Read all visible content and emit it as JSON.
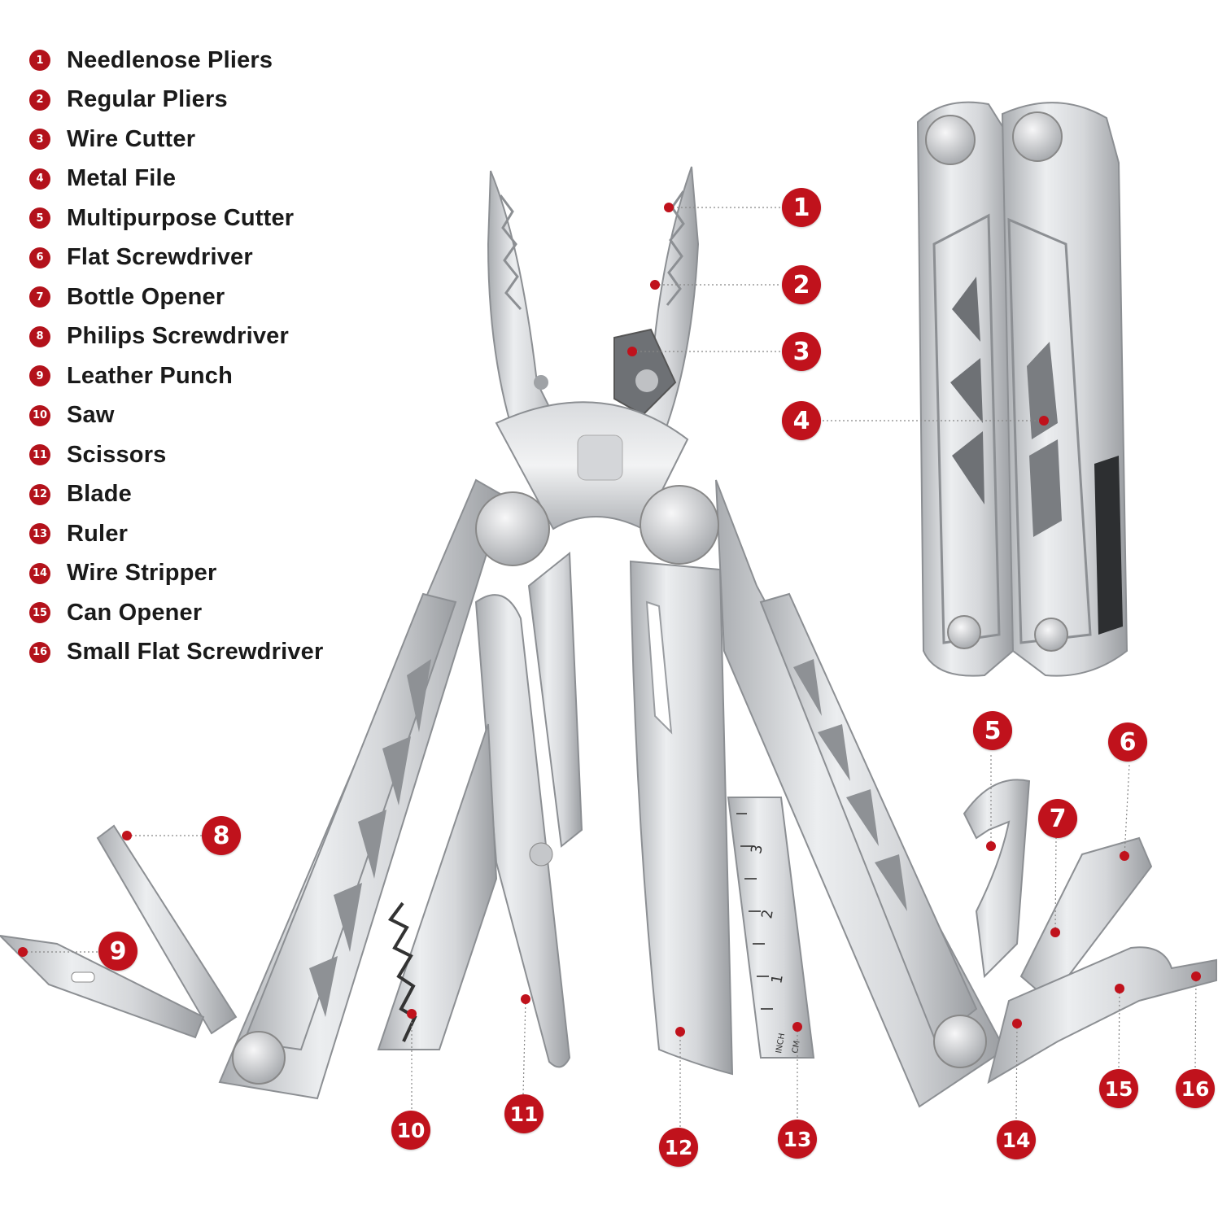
{
  "legend": {
    "items": [
      {
        "number": "1",
        "label": "Needlenose Pliers"
      },
      {
        "number": "2",
        "label": "Regular Pliers"
      },
      {
        "number": "3",
        "label": "Wire Cutter"
      },
      {
        "number": "4",
        "label": "Metal File"
      },
      {
        "number": "5",
        "label": "Multipurpose Cutter"
      },
      {
        "number": "6",
        "label": "Flat Screwdriver"
      },
      {
        "number": "7",
        "label": "Bottle Opener"
      },
      {
        "number": "8",
        "label": "Philips Screwdriver"
      },
      {
        "number": "9",
        "label": "Leather Punch"
      },
      {
        "number": "10",
        "label": "Saw"
      },
      {
        "number": "11",
        "label": "Scissors"
      },
      {
        "number": "12",
        "label": "Blade"
      },
      {
        "number": "13",
        "label": "Ruler"
      },
      {
        "number": "14",
        "label": "Wire Stripper"
      },
      {
        "number": "15",
        "label": "Can Opener"
      },
      {
        "number": "16",
        "label": "Small Flat Screwdriver"
      }
    ]
  },
  "callouts": [
    "1",
    "2",
    "3",
    "4",
    "5",
    "6",
    "7",
    "8",
    "9",
    "10",
    "11",
    "12",
    "13",
    "14",
    "15",
    "16"
  ],
  "ruler": {
    "numbers": [
      "1",
      "2",
      "3"
    ],
    "unit_inch": "INCH",
    "unit_cm": "CM"
  },
  "colors": {
    "accent": "#c0121c",
    "steel_light": "#e3e4e6",
    "steel_mid": "#b9bbbe",
    "steel_dark": "#7f8286",
    "text": "#1a1a1a"
  }
}
